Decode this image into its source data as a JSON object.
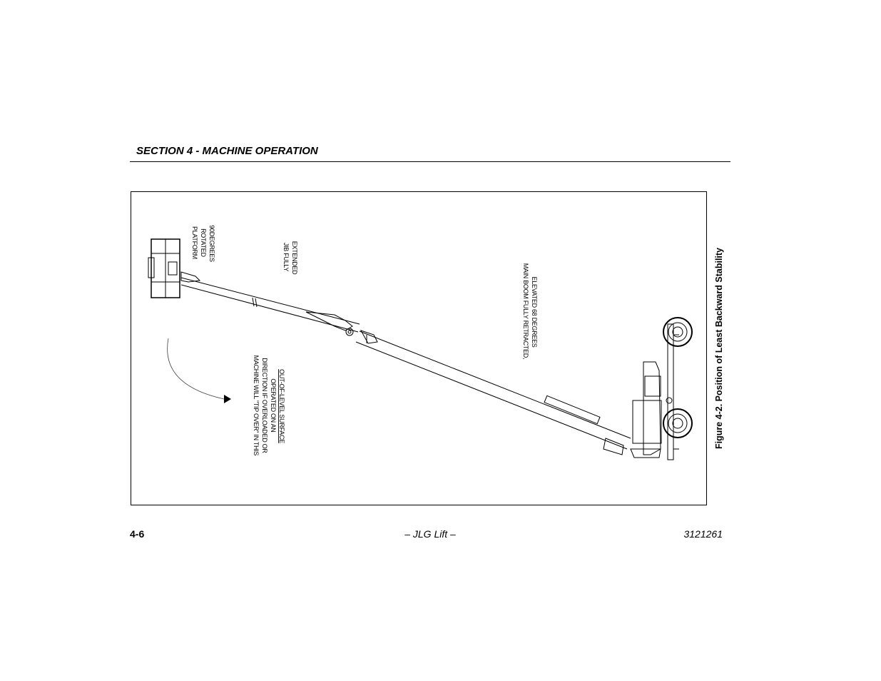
{
  "header": {
    "section_title": "SECTION 4 - MACHINE OPERATION"
  },
  "figure": {
    "caption": "Figure 4-2. Position of Least Backward Stability",
    "labels": {
      "platform": [
        "PLATFORM",
        "ROTATED",
        "90DEGREES"
      ],
      "jib": [
        "JIB FULLY",
        "EXTENDED"
      ],
      "main_boom": [
        "MAIN BOOM FULLY RETRACTED,",
        "ELEVATED 68 DEGREES"
      ],
      "tip_over": [
        "MACHINE WILL \"TIP OVER\" IN THIS",
        "DIRECTION IF OVERLOADED OR",
        "OPERATED ON AN",
        "OUT-OF-LEVEL SURFACE"
      ]
    }
  },
  "footer": {
    "page_number": "4-6",
    "center": "– JLG Lift –",
    "doc_number": "3121261"
  }
}
